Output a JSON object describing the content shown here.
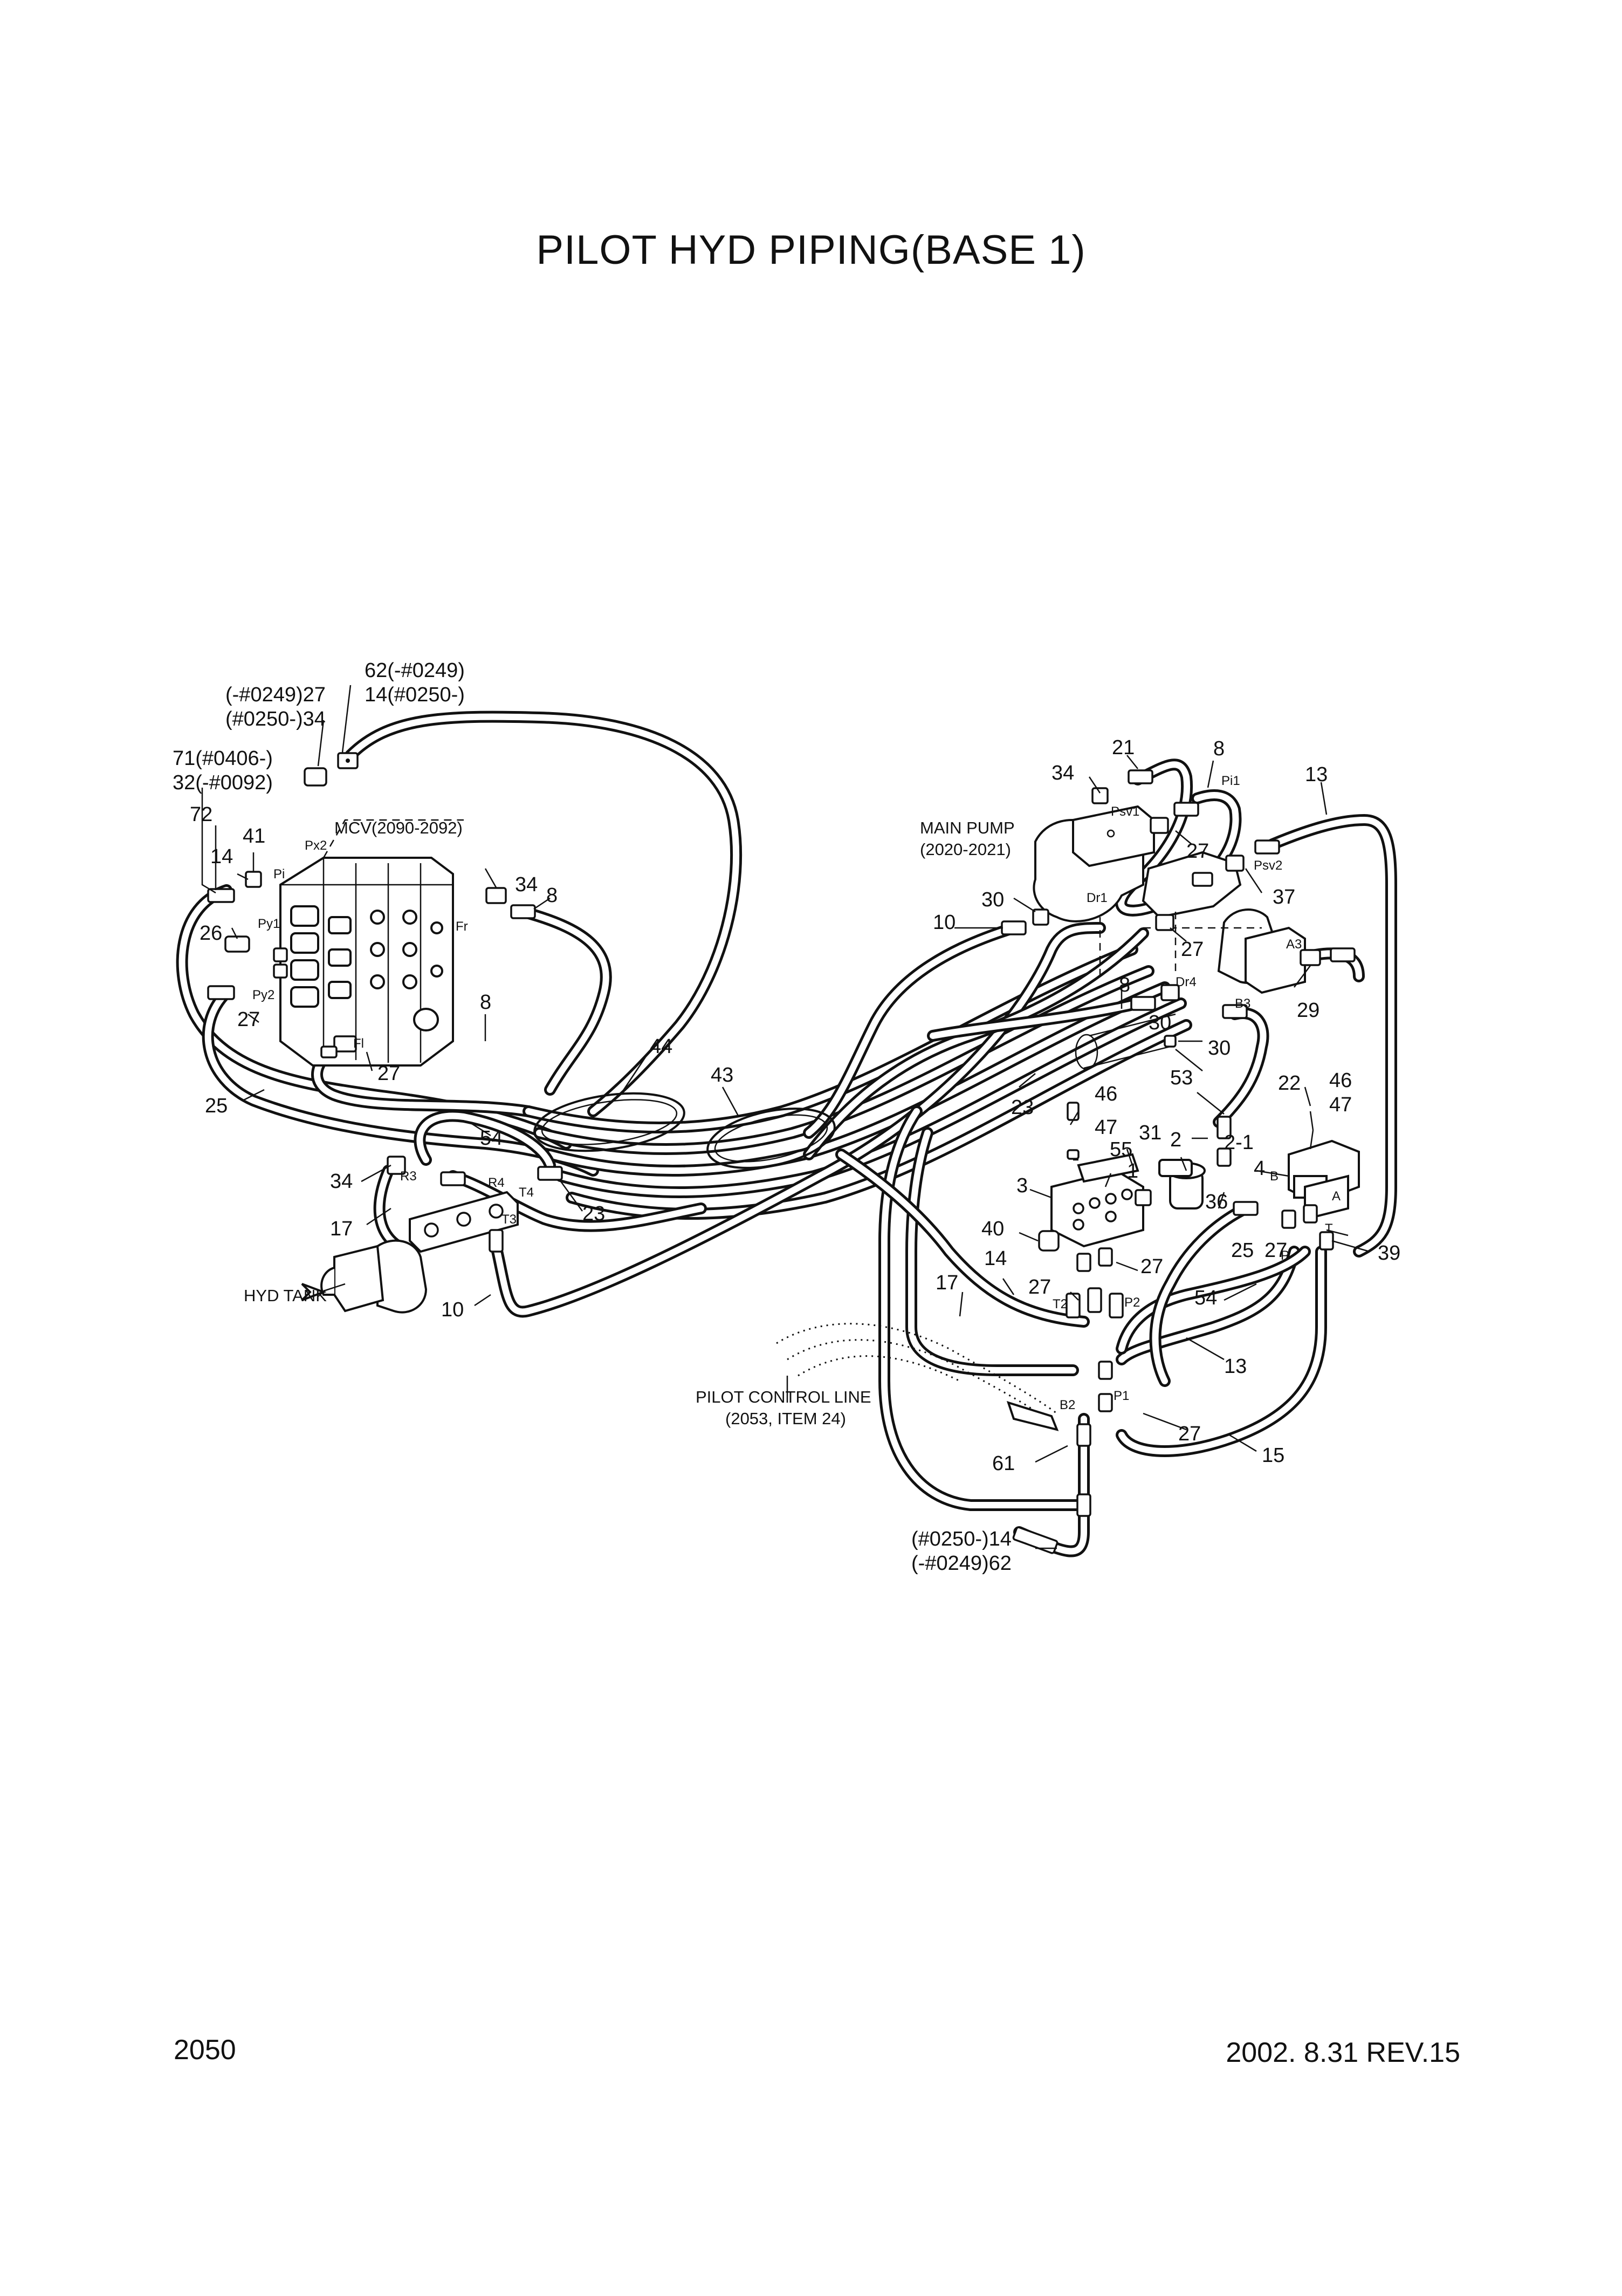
{
  "title": "PILOT HYD PIPING(BASE 1)",
  "page_number": "2050",
  "revision": "2002. 8.31  REV.15",
  "components": {
    "mcv": "MCV(2090-2092)",
    "main_pump": "MAIN PUMP",
    "main_pump_ref": "(2020-2021)",
    "hyd_tank": "HYD TANK",
    "pilot_line": "PILOT CONTROL LINE",
    "pilot_line_ref": "(2053, ITEM 24)"
  },
  "callouts": {
    "c62_0249": "62(-#0249)",
    "c14_0250": "14(#0250-)",
    "c27_0249": "(-#0249)27",
    "c34_0250": "(#0250-)34",
    "c71_0406": "71(#0406-)",
    "c32_0092": "32(-#0092)",
    "c72": "72",
    "c14a": "14",
    "c41": "41",
    "c26": "26",
    "c27a": "27",
    "c25a": "25",
    "c27b": "27",
    "c8a": "8",
    "c34a": "34",
    "c8b": "8",
    "c44": "44",
    "c43": "43",
    "c54a": "54",
    "c34b": "34",
    "c17a": "17",
    "c23a": "23",
    "c10a": "10",
    "c21": "21",
    "c8c": "8",
    "c13a": "13",
    "c34c": "34",
    "c27c": "27",
    "c37": "37",
    "c30a": "30",
    "c10b": "10",
    "c27d": "27",
    "c29": "29",
    "c8d": "8",
    "c30b": "30",
    "c30c": "30",
    "c23b": "23",
    "c53": "53",
    "c22": "22",
    "c46a": "46",
    "c47a": "47",
    "c46b": "46",
    "c47b": "47",
    "c55": "55",
    "c31": "31",
    "c2": "2",
    "c2_1": "2-1",
    "c1": "1",
    "c3": "3",
    "c4": "4",
    "c36": "36",
    "c40": "40",
    "c14b": "14",
    "c17b": "17",
    "c27e": "27",
    "c27f": "27",
    "c25b": "25",
    "c27g": "27",
    "c39": "39",
    "c54b": "54",
    "c13b": "13",
    "c27h": "27",
    "c15": "15",
    "c61": "61",
    "c14_bottom": "(#0250-)14",
    "c62_bottom": "(-#0249)62"
  },
  "ports": {
    "px2": "Px2",
    "pi": "Pi",
    "py1": "Py1",
    "py2": "Py2",
    "fl": "Fl",
    "fr": "Fr",
    "r3": "R3",
    "r4": "R4",
    "t4": "T4",
    "t3": "T3",
    "psv1": "Psv1",
    "pi1": "Pi1",
    "psv2": "Psv2",
    "dr1": "Dr1",
    "dr4": "Dr4",
    "a3": "A3",
    "b3": "B3",
    "t2": "T2",
    "p2": "P2",
    "b2": "B2",
    "p1": "P1",
    "b": "B",
    "a": "A",
    "t": "T",
    "p": "P"
  }
}
